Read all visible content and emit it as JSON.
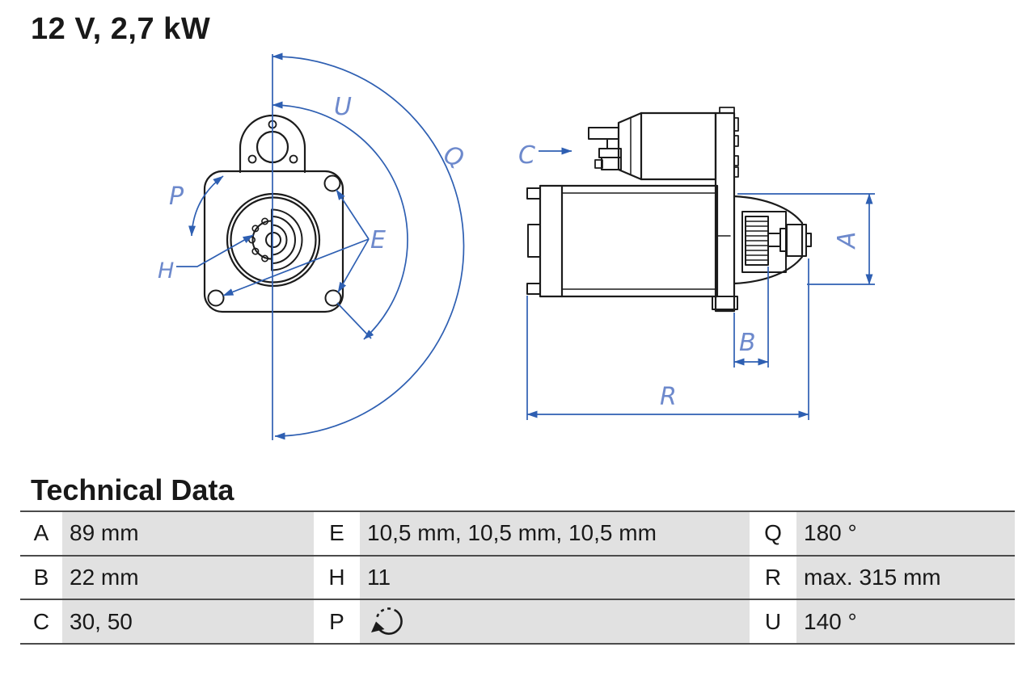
{
  "title": "12 V, 2,7 kW",
  "technical_data": {
    "heading": "Technical Data",
    "rows": [
      {
        "c1_key": "A",
        "c1_val": "89 mm",
        "c2_key": "E",
        "c2_val": "10,5 mm, 10,5 mm, 10,5 mm",
        "c3_key": "Q",
        "c3_val": "180 °"
      },
      {
        "c1_key": "B",
        "c1_val": "22 mm",
        "c2_key": "H",
        "c2_val": "11",
        "c3_key": "R",
        "c3_val": "max. 315 mm"
      },
      {
        "c1_key": "C",
        "c1_val": "30, 50",
        "c2_key": "P",
        "c2_val": "",
        "c3_key": "U",
        "c3_val": "140 °"
      }
    ]
  },
  "diagram": {
    "front_view": {
      "labels": {
        "u": "U",
        "q": "Q",
        "p": "P",
        "h": "H",
        "e": "E"
      }
    },
    "side_view": {
      "labels": {
        "c": "C",
        "a": "A",
        "b": "B",
        "r": "R"
      }
    }
  },
  "colors": {
    "dimension_blue": "#2e5fb2",
    "label_blue": "#6d89cc",
    "drawing_black": "#1b1b1b",
    "table_cell_gray": "#e1e1e1",
    "rule_gray": "#4b4b4b"
  }
}
